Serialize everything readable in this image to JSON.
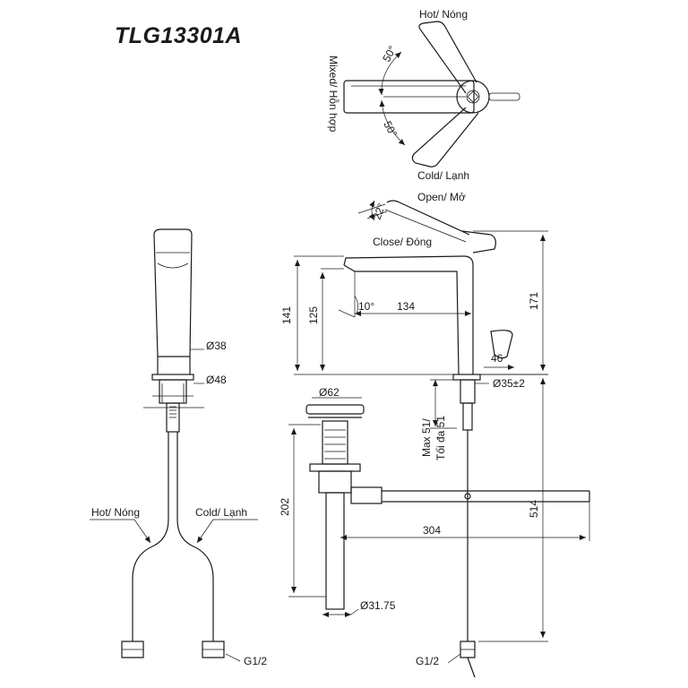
{
  "title": "TLG13301A",
  "labels": {
    "hot_top": "Hot/ Nóng",
    "mixed": "Mixed/ Hỗn hợp",
    "cold_top": "Cold/ Lạnh",
    "angle_hot": "50°",
    "angle_cold": "50°",
    "open": "Open/ Mở",
    "angle_open": "22°",
    "close": "Close/ Đóng",
    "angle_spout": "10°",
    "dim_141": "141",
    "dim_125": "125",
    "dim_134": "134",
    "dim_171": "171",
    "dim_46": "46",
    "dim_38": "Ø38",
    "dim_48": "Ø48",
    "dim_35": "Ø35±2",
    "dim_62": "Ø62",
    "max51": "Max 51/",
    "toida51": "Tối đa 51",
    "dim_202": "202",
    "dim_304": "304",
    "dim_514": "514",
    "dim_3175": "Ø31.75",
    "hot_bottom": "Hot/ Nóng",
    "cold_bottom": "Cold/ Lạnh",
    "g12_left": "G1/2",
    "g12_right": "G1/2"
  }
}
